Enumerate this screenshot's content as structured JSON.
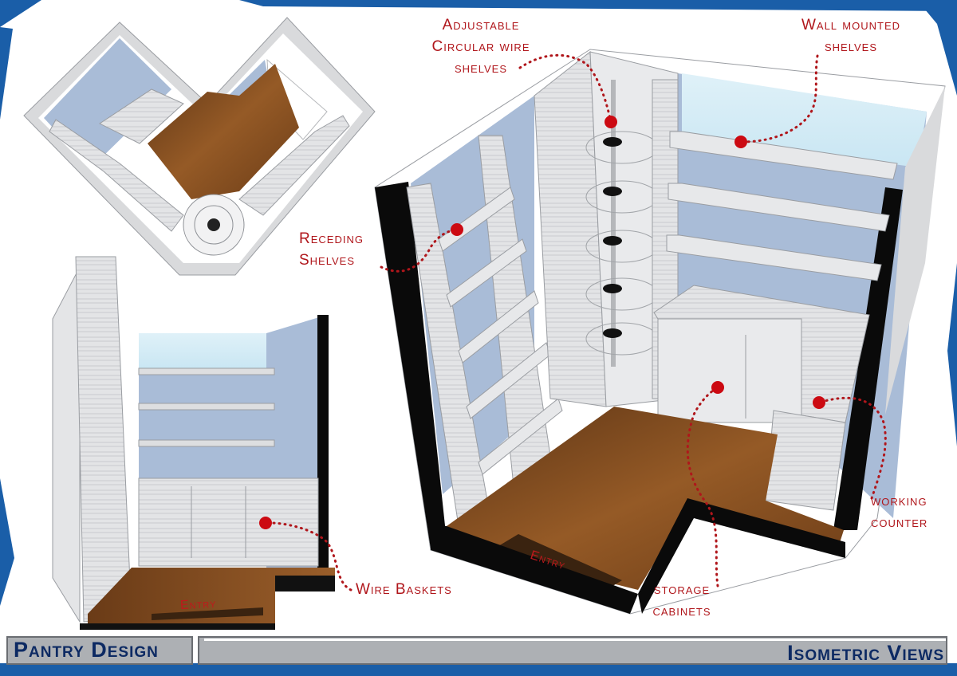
{
  "labels": {
    "adjustable": [
      "Adjustable",
      "Circular wire",
      "shelves"
    ],
    "wall_mounted": [
      "Wall mounted",
      "shelves"
    ],
    "receding": [
      "Receding",
      "Shelves"
    ],
    "working_counter": [
      "working",
      "counter"
    ],
    "storage_cabinets": [
      "storage",
      "cabinets"
    ],
    "wire_baskets": "Wire Baskets"
  },
  "entry_labels": {
    "main": "Entry",
    "small": "Entry"
  },
  "footer": {
    "left": "Pantry Design",
    "right": "Isometric Views"
  },
  "colors": {
    "accent_red": "#b0161b",
    "brand_blue": "#1a5ea8",
    "navy_text": "#0d2a63",
    "wall_blue": "#a9bcd7",
    "floor_wood": "#8a4f22",
    "footer_gray": "#adb0b4"
  }
}
